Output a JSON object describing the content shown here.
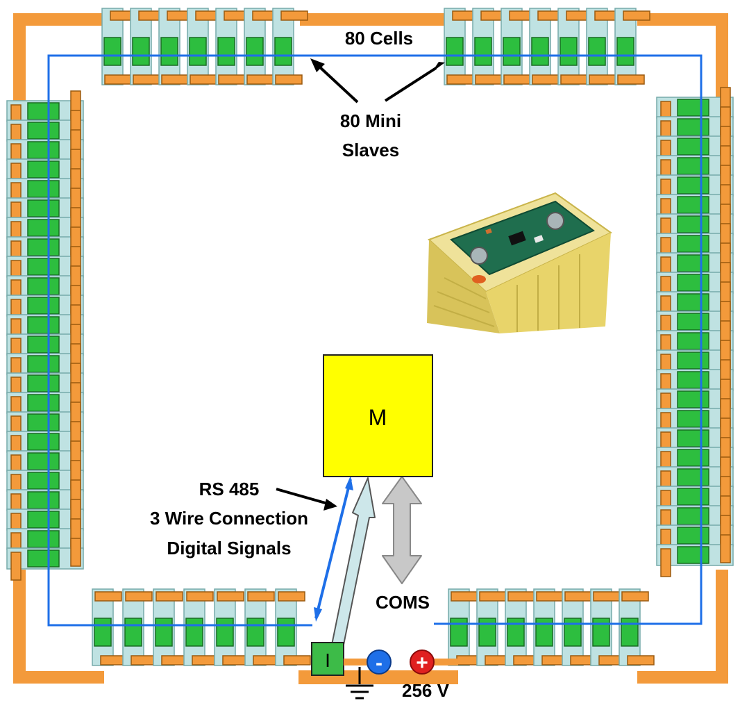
{
  "labels": {
    "cells": "80 Cells",
    "mini_slaves_line1": "80 Mini",
    "mini_slaves_line2": "Slaves",
    "master": "M",
    "rs485_line1": "RS 485",
    "rs485_line2": "3 Wire Connection",
    "rs485_line3": "Digital Signals",
    "coms": "COMS",
    "interface": "I",
    "voltage": "256 V",
    "minus_sign": "-",
    "plus_sign": "+"
  },
  "colors": {
    "busbar": "#F39A3B",
    "cell_green": "#2DBE3F",
    "cell_shell": "#BFE2E2",
    "bus_wire": "#1E6FE8",
    "master_fill": "#FFFF00",
    "interface_fill": "#3DBB48",
    "minus_terminal": "#1E6FE8",
    "plus_terminal": "#E02020",
    "coms_arrow": "#C8C8C8",
    "light_arrow": "#CDE7EA"
  },
  "icons": {
    "ground": "ground-symbol-icon",
    "battery_cell": "battery-cell-photo"
  }
}
